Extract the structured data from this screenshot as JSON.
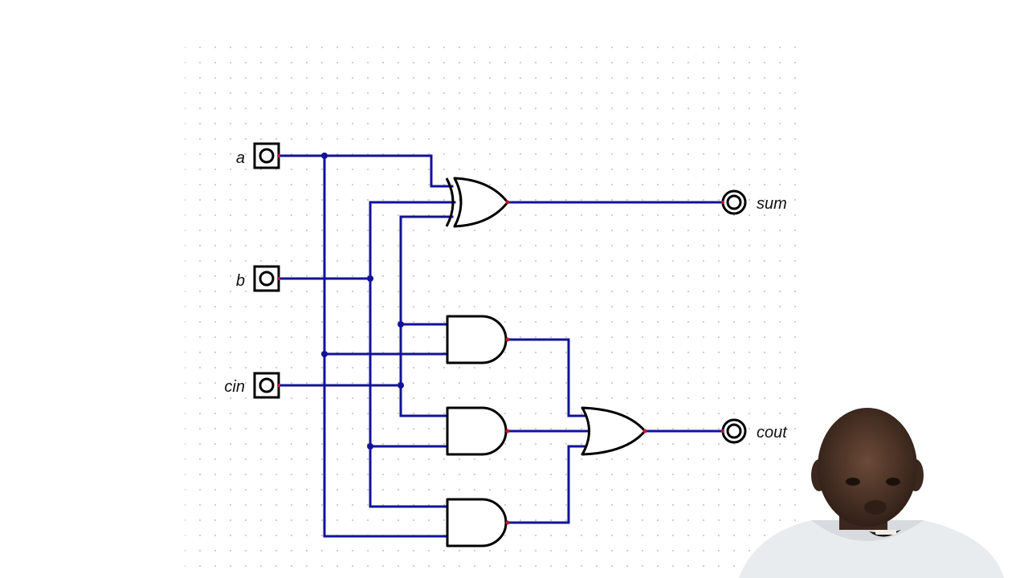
{
  "diagram": {
    "title": "",
    "inputs": [
      {
        "id": "a",
        "label": "a"
      },
      {
        "id": "b",
        "label": "b"
      },
      {
        "id": "cin",
        "label": "cin"
      }
    ],
    "outputs": [
      {
        "id": "sum",
        "label": "sum"
      },
      {
        "id": "cout",
        "label": "cout"
      }
    ],
    "gates": [
      {
        "id": "xor1",
        "type": "XOR",
        "inputs": [
          "a",
          "b",
          "cin"
        ],
        "output": "sum"
      },
      {
        "id": "and1",
        "type": "AND",
        "inputs": [
          "cin",
          "a"
        ]
      },
      {
        "id": "and2",
        "type": "AND",
        "inputs": [
          "cin",
          "b"
        ]
      },
      {
        "id": "and3",
        "type": "AND",
        "inputs": [
          "b",
          "a"
        ]
      },
      {
        "id": "or1",
        "type": "OR",
        "inputs": [
          "and1",
          "and2",
          "and3"
        ],
        "output": "cout"
      }
    ],
    "colors": {
      "wire": "#12129a",
      "gate_stroke": "#000000",
      "pin": "#c0152a",
      "grid_dot": "#c9c9c9"
    },
    "grid": true,
    "webcam_overlay": {
      "position": "bottom-right",
      "content": "presenter"
    }
  }
}
